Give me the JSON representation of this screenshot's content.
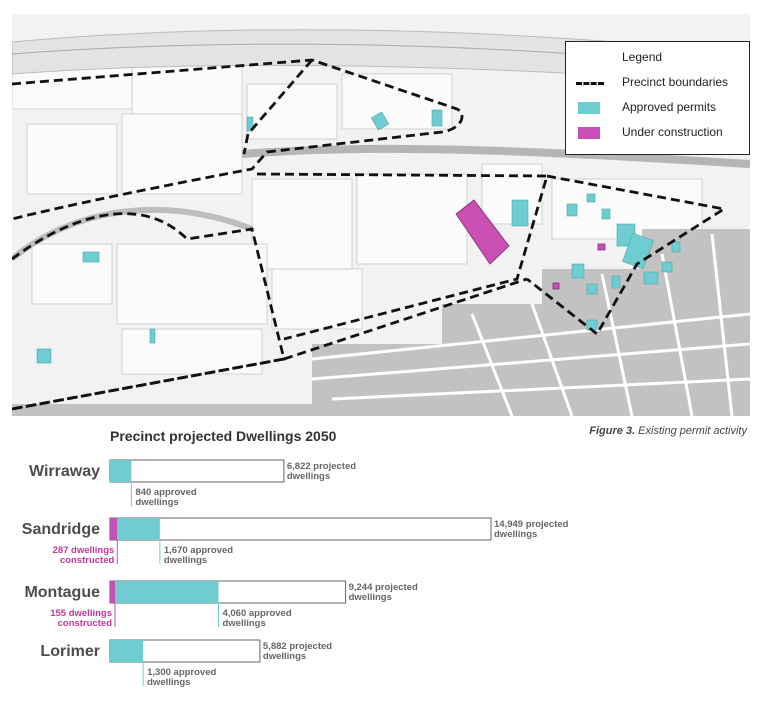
{
  "legend": {
    "title": "Legend",
    "items": [
      {
        "label": "Precinct boundaries",
        "kind": "dash",
        "color": "#111111"
      },
      {
        "label": "Approved permits",
        "kind": "fill",
        "color": "#6fcdd1"
      },
      {
        "label": "Under construction",
        "kind": "fill",
        "color": "#c84fb3"
      }
    ]
  },
  "figure_caption": {
    "prefix": "Figure 3.",
    "text": " Existing permit activity"
  },
  "colors": {
    "approved": "#6fcdd1",
    "constructed": "#c84fb3",
    "bar_outline": "#666666",
    "constructed_label": "#c2369e"
  },
  "chart_data": {
    "type": "bar",
    "title": "Precinct projected Dwellings 2050",
    "categories": [
      "Wirraway",
      "Sandridge",
      "Montague",
      "Lorimer"
    ],
    "series": [
      {
        "name": "projected dwellings",
        "values": [
          6822,
          14949,
          9244,
          5882
        ]
      },
      {
        "name": "approved dwellings",
        "values": [
          840,
          1670,
          4060,
          1300
        ]
      },
      {
        "name": "dwellings constructed",
        "values": [
          0,
          287,
          155,
          0
        ]
      }
    ],
    "labels": [
      {
        "projected": [
          "6,822 projected",
          "dwellings"
        ],
        "approved": [
          "840 approved",
          "dwellings"
        ],
        "constructed": null
      },
      {
        "projected": [
          "14,949 projected",
          "dwellings"
        ],
        "approved": [
          "1,670 approved",
          "dwellings"
        ],
        "constructed": [
          "287 dwellings",
          "constructed"
        ]
      },
      {
        "projected": [
          "9,244 projected",
          "dwellings"
        ],
        "approved": [
          "4,060 approved",
          "dwellings"
        ],
        "constructed": [
          "155 dwellings",
          "constructed"
        ]
      },
      {
        "projected": [
          "5,882 projected",
          "dwellings"
        ],
        "approved": [
          "1,300 approved",
          "dwellings"
        ],
        "constructed": null
      }
    ]
  }
}
